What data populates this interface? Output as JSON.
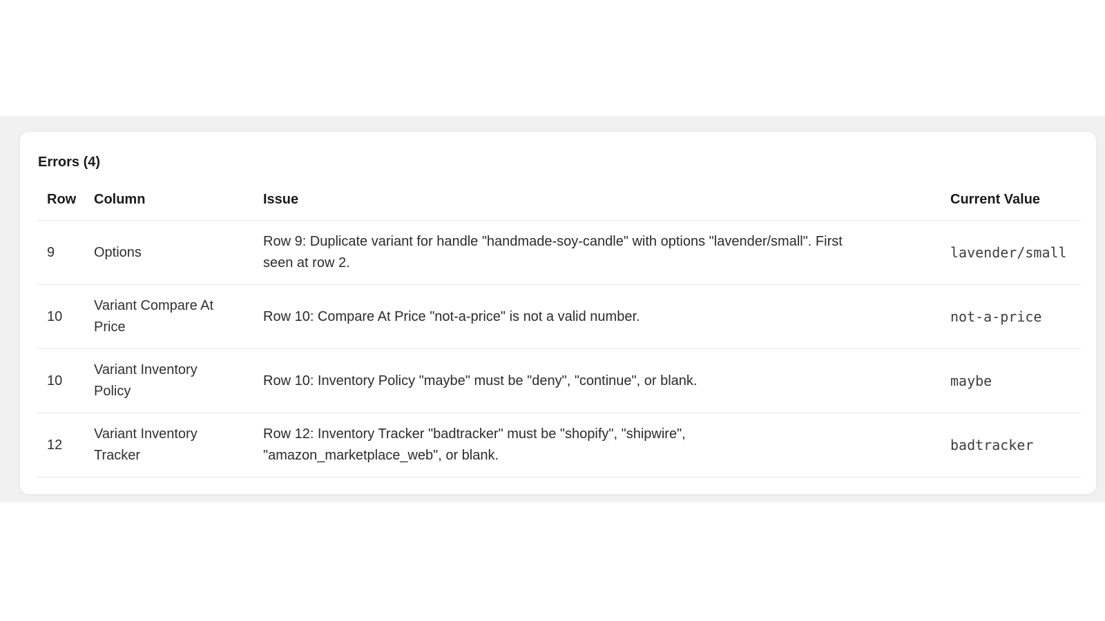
{
  "panel": {
    "title": "Errors (4)"
  },
  "table": {
    "headers": [
      "Row",
      "Column",
      "Issue",
      "Current Value"
    ],
    "rows": [
      {
        "row": "9",
        "column": "Options",
        "issue_lines": [
          "Row 9: Duplicate variant for handle \"handmade-soy-candle\" with options \"lavender/small\". First",
          "seen at row 2."
        ],
        "current_value": "lavender/small"
      },
      {
        "row": "10",
        "column": "Variant Compare At Price",
        "issue_lines": [
          "Row 10: Compare At Price \"not-a-price\" is not a valid number."
        ],
        "current_value": "not-a-price"
      },
      {
        "row": "10",
        "column": "Variant Inventory Policy",
        "issue_lines": [
          "Row 10: Inventory Policy \"maybe\" must be \"deny\", \"continue\", or blank."
        ],
        "current_value": "maybe"
      },
      {
        "row": "12",
        "column": "Variant Inventory Tracker",
        "issue_lines": [
          "Row 12: Inventory Tracker \"badtracker\" must be \"shopify\", \"shipwire\",",
          "\"amazon_marketplace_web\", or blank."
        ],
        "current_value": "badtracker"
      }
    ]
  },
  "colors": {
    "page_background": "#ffffff",
    "band_background": "#f1f1f2",
    "card_background": "#ffffff",
    "divider": "#e8e8ea",
    "heading_text": "#1a1a1a",
    "body_text": "#2b2b2b",
    "mono_text": "#3d3d3d"
  }
}
